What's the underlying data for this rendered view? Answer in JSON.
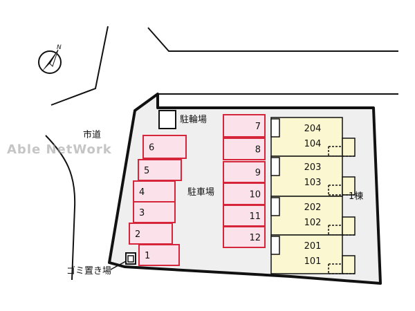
{
  "watermark": "Able NetWork",
  "compass": {
    "label": "N",
    "icon": "north-arrow-icon"
  },
  "labels": {
    "road": "市道",
    "bicycle_parking": "駐輪場",
    "parking": "駐車場",
    "garbage": "ゴミ置き場",
    "building": "1棟"
  },
  "parking_spaces": [
    "1",
    "2",
    "3",
    "4",
    "5",
    "6",
    "7",
    "8",
    "9",
    "10",
    "11",
    "12"
  ],
  "units": [
    {
      "upper": "204",
      "lower": "104"
    },
    {
      "upper": "203",
      "lower": "103"
    },
    {
      "upper": "202",
      "lower": "102"
    },
    {
      "upper": "201",
      "lower": "101"
    }
  ],
  "colors": {
    "site_fill": "#efefef",
    "parking_fill": "#fbe2ea",
    "parking_stroke": "#d6243a",
    "building_fill": "#fbf7d0",
    "outline": "#111111"
  }
}
